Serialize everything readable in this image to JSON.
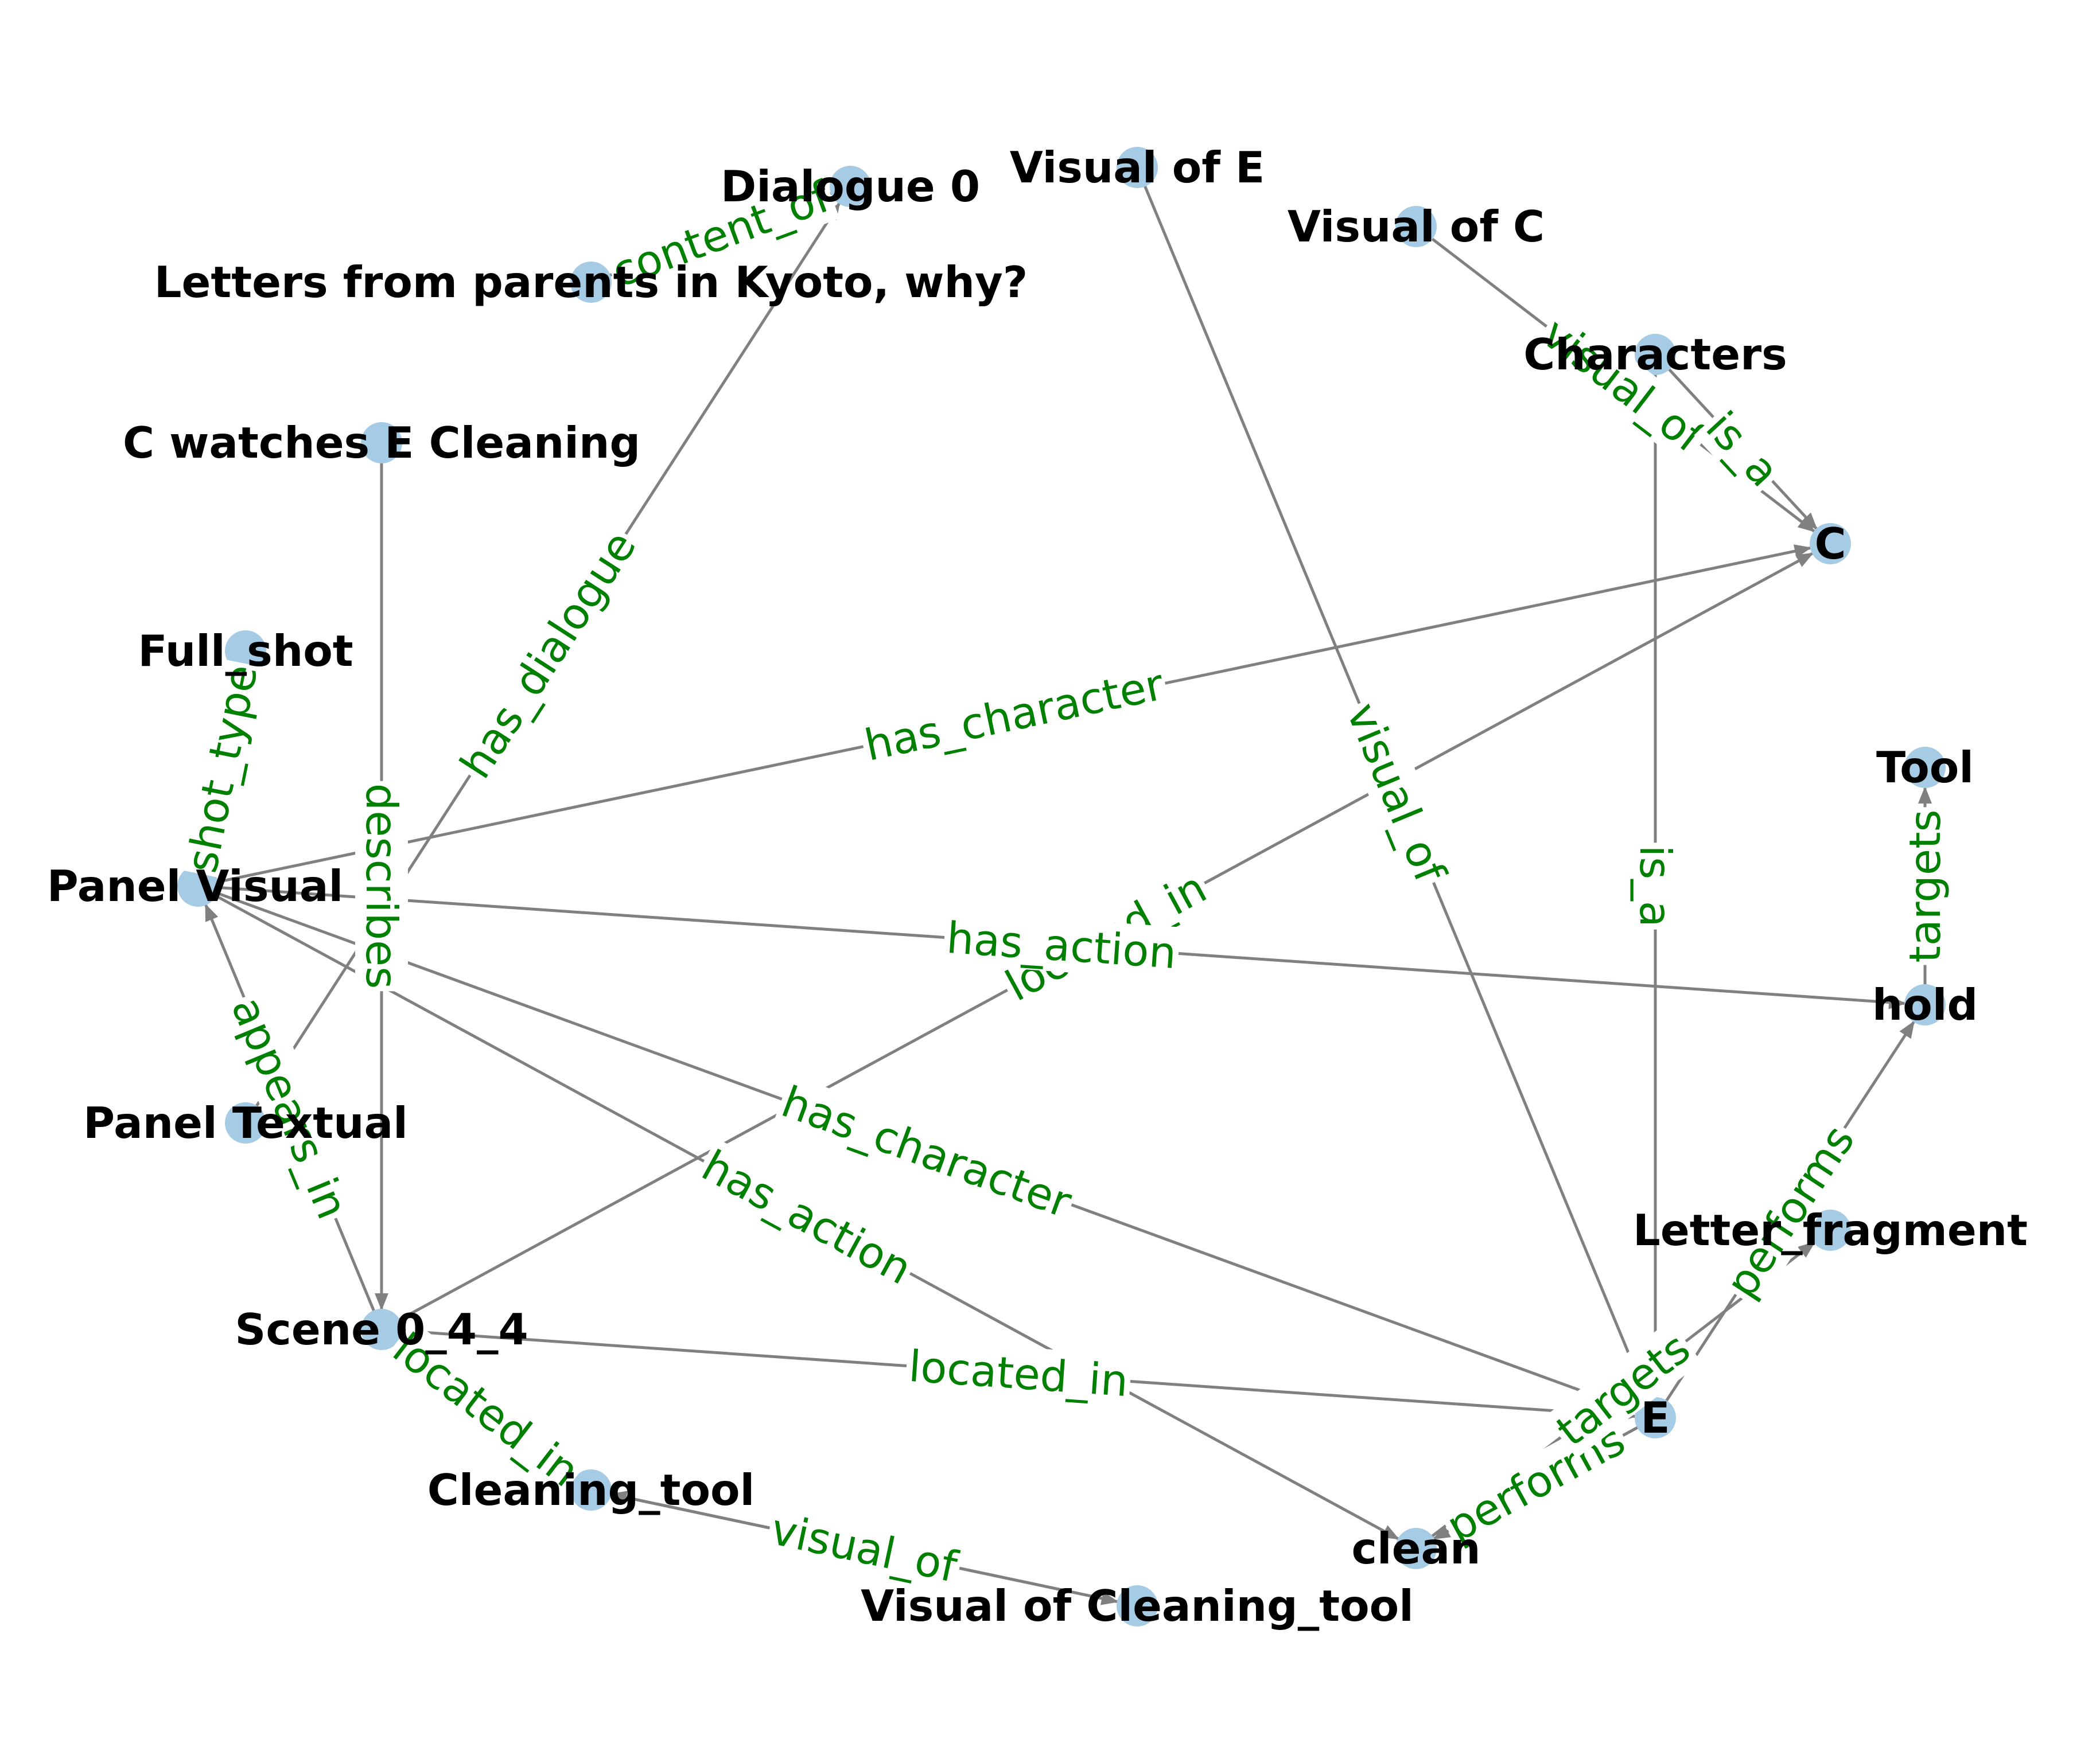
{
  "colors": {
    "node": "#a6cbe5",
    "edge": "#808080",
    "edge_label": "#008000",
    "node_label": "#000000"
  },
  "nodes": [
    {
      "id": "dialogue0",
      "label": "Dialogue 0"
    },
    {
      "id": "visual_e",
      "label": "Visual of E"
    },
    {
      "id": "visual_c",
      "label": "Visual of C"
    },
    {
      "id": "letters",
      "label": "Letters from parents in Kyoto, why?"
    },
    {
      "id": "characters",
      "label": "Characters"
    },
    {
      "id": "c_watches",
      "label": "C watches E Cleaning"
    },
    {
      "id": "c",
      "label": "C"
    },
    {
      "id": "full_shot",
      "label": "Full_shot"
    },
    {
      "id": "tool",
      "label": "Tool"
    },
    {
      "id": "panel_visual",
      "label": "Panel Visual"
    },
    {
      "id": "hold",
      "label": "hold"
    },
    {
      "id": "panel_textual",
      "label": "Panel Textual"
    },
    {
      "id": "letter_fragment",
      "label": "Letter_fragment"
    },
    {
      "id": "scene",
      "label": "Scene 0_4_4"
    },
    {
      "id": "e",
      "label": "E"
    },
    {
      "id": "cleaning_tool",
      "label": "Cleaning_tool"
    },
    {
      "id": "clean",
      "label": "clean"
    },
    {
      "id": "visual_cleaning_tool",
      "label": "Visual of Cleaning_tool"
    }
  ],
  "edges": [
    {
      "source": "dialogue0",
      "target": "letters",
      "label": "content_of",
      "arrow": true
    },
    {
      "source": "panel_textual",
      "target": "dialogue0",
      "label": "has_dialogue",
      "arrow": true
    },
    {
      "source": "visual_c",
      "target": "c",
      "label": "visual_of",
      "arrow": true
    },
    {
      "source": "characters",
      "target": "c",
      "label": "is_a",
      "arrow": true
    },
    {
      "source": "visual_e",
      "target": "e",
      "label": "visual_of",
      "arrow": true
    },
    {
      "source": "characters",
      "target": "e",
      "label": "is_a",
      "arrow": true
    },
    {
      "source": "c_watches",
      "target": "scene",
      "label": "describes",
      "arrow": true
    },
    {
      "source": "panel_visual",
      "target": "full_shot",
      "label": "shot_type",
      "arrow": true
    },
    {
      "source": "panel_visual",
      "target": "c",
      "label": "has_character",
      "arrow": true
    },
    {
      "source": "scene",
      "target": "c",
      "label": "located_in",
      "arrow": true
    },
    {
      "source": "panel_visual",
      "target": "hold",
      "label": "has_action",
      "arrow": true
    },
    {
      "source": "hold",
      "target": "tool",
      "label": "targets",
      "arrow": true
    },
    {
      "source": "e",
      "target": "hold",
      "label": "performs",
      "arrow": true
    },
    {
      "source": "scene",
      "target": "panel_visual",
      "label": "appears_in",
      "arrow": true
    },
    {
      "source": "panel_visual",
      "target": "e",
      "label": "has_character",
      "arrow": true
    },
    {
      "source": "panel_visual",
      "target": "clean",
      "label": "has_action",
      "arrow": true
    },
    {
      "source": "scene",
      "target": "e",
      "label": "located_in",
      "arrow": true
    },
    {
      "source": "e",
      "target": "clean",
      "label": "performs",
      "arrow": true
    },
    {
      "source": "clean",
      "target": "letter_fragment",
      "label": "targets",
      "arrow": true
    },
    {
      "source": "scene",
      "target": "cleaning_tool",
      "label": "located_in",
      "arrow": true
    },
    {
      "source": "cleaning_tool",
      "target": "visual_cleaning_tool",
      "label": "is_a",
      "arrow": true
    },
    {
      "source": "visual_cleaning_tool",
      "target": "cleaning_tool",
      "label": "visual_of",
      "arrow": true
    }
  ]
}
